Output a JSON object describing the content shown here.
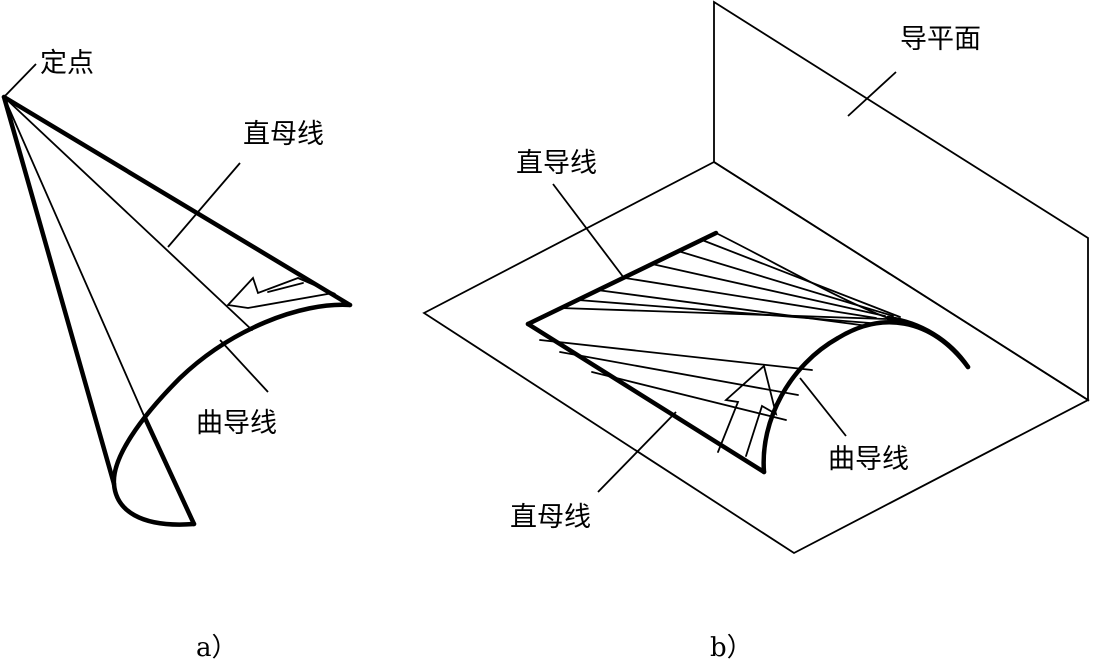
{
  "panel_a": {
    "fixed_point_label": "定点",
    "straight_generatrix_label": "直母线",
    "curved_directrix_label": "曲导线",
    "caption": "a）"
  },
  "panel_b": {
    "director_plane_label": "导平面",
    "straight_directrix_label": "直导线",
    "curved_directrix_label": "曲导线",
    "straight_generatrix_label": "直母线",
    "caption": "b）"
  }
}
